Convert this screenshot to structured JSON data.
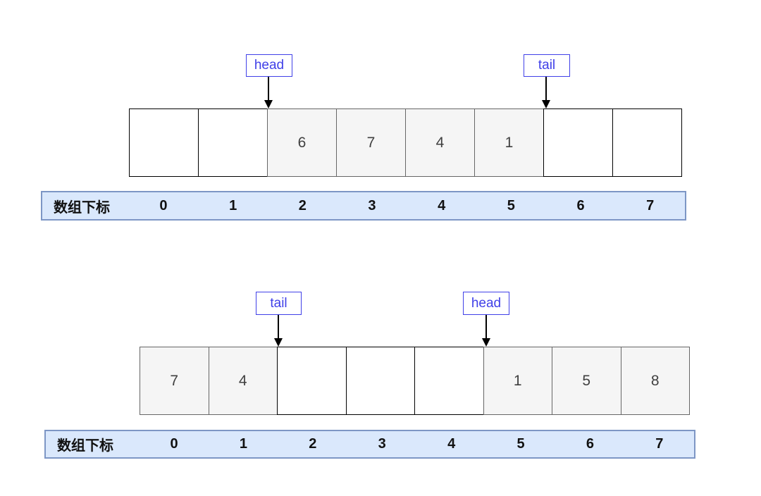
{
  "index_label": "数组下标",
  "indices": [
    "0",
    "1",
    "2",
    "3",
    "4",
    "5",
    "6",
    "7"
  ],
  "colors": {
    "pointer_blue": "#4040e8",
    "strip_fill": "#dae8fc",
    "strip_border": "#7d96c5",
    "filled_cell_fill": "#f5f5f5",
    "filled_cell_border": "#666666",
    "empty_cell_border": "#000000",
    "cell_value_text": "#404040",
    "arrow_black": "#000000"
  },
  "diagrams": [
    {
      "pointers": [
        {
          "label": "head",
          "arrow_at_cell_boundary": 2
        },
        {
          "label": "tail",
          "arrow_at_cell_boundary": 6
        }
      ],
      "cells": [
        {
          "value": "",
          "filled": false
        },
        {
          "value": "",
          "filled": false
        },
        {
          "value": "6",
          "filled": true
        },
        {
          "value": "7",
          "filled": true
        },
        {
          "value": "4",
          "filled": true
        },
        {
          "value": "1",
          "filled": true
        },
        {
          "value": "",
          "filled": false
        },
        {
          "value": "",
          "filled": false
        }
      ]
    },
    {
      "pointers": [
        {
          "label": "tail",
          "arrow_at_cell_boundary": 2
        },
        {
          "label": "head",
          "arrow_at_cell_boundary": 5
        }
      ],
      "cells": [
        {
          "value": "7",
          "filled": true
        },
        {
          "value": "4",
          "filled": true
        },
        {
          "value": "",
          "filled": false
        },
        {
          "value": "",
          "filled": false
        },
        {
          "value": "",
          "filled": false
        },
        {
          "value": "1",
          "filled": true
        },
        {
          "value": "5",
          "filled": true
        },
        {
          "value": "8",
          "filled": true
        }
      ]
    }
  ]
}
